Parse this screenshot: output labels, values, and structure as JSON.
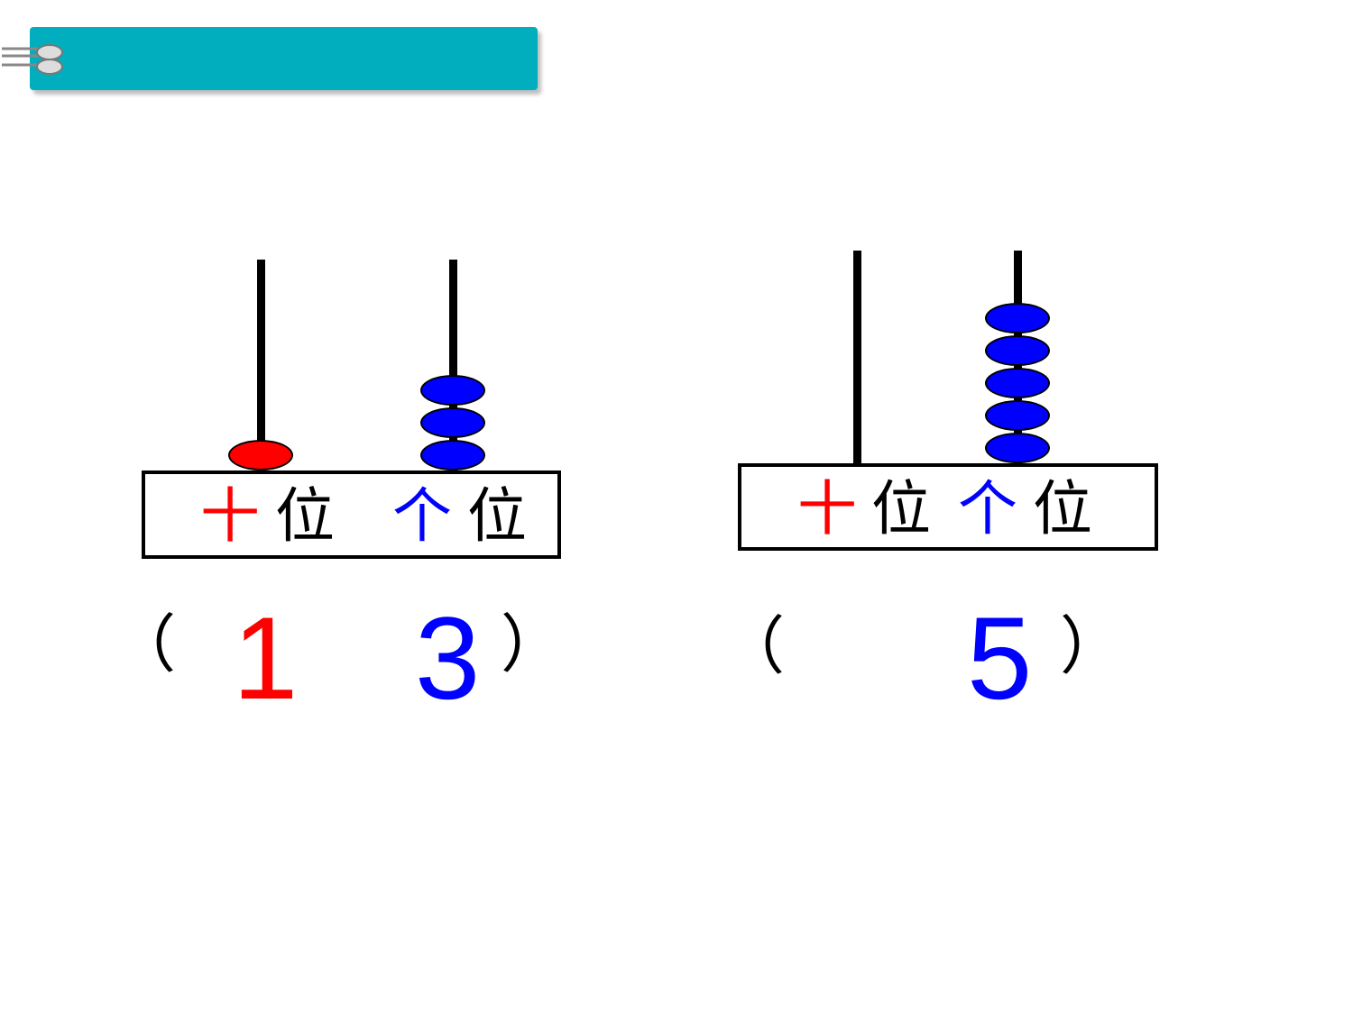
{
  "colors": {
    "banner": "#00aebe",
    "tens": "#ff0000",
    "ones": "#0000ff",
    "text": "#000000"
  },
  "abacus_left": {
    "tens_beads": 1,
    "ones_beads": 3,
    "label_tens": "十",
    "label_tens_suffix": "位",
    "label_ones": "个",
    "label_ones_suffix": "位",
    "paren_open": "（",
    "paren_close": "）",
    "answer_tens": "1",
    "answer_ones": "3"
  },
  "abacus_right": {
    "tens_beads": 0,
    "ones_beads": 5,
    "label_tens": "十",
    "label_tens_suffix": "位",
    "label_ones": "个",
    "label_ones_suffix": "位",
    "paren_open": "（",
    "paren_close": "）",
    "answer_ones": "5"
  }
}
